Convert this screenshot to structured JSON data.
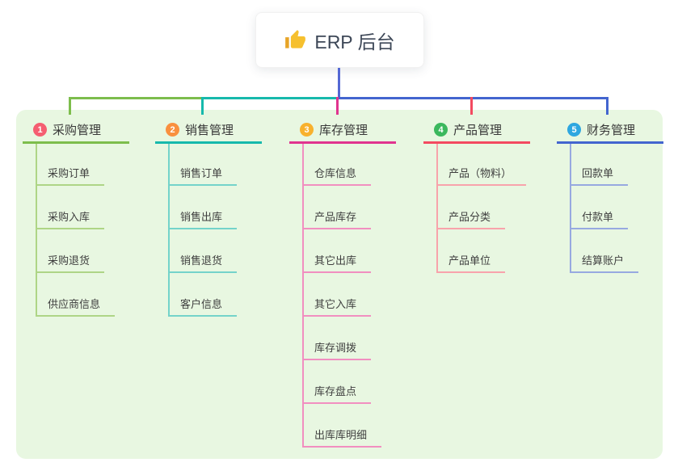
{
  "root": {
    "label": "ERP 后台",
    "icon": "thumbs-up"
  },
  "connector_colors": {
    "root_drop": "#5468d4"
  },
  "panel_color": "#e8f7e1",
  "branches": [
    {
      "num": "1",
      "title": "采购管理",
      "colors": {
        "badge": "#f55e71",
        "line": "#7dbd4c",
        "child_line": "#aed586"
      },
      "items": [
        "采购订单",
        "采购入库",
        "采购退货",
        "供应商信息"
      ]
    },
    {
      "num": "2",
      "title": "销售管理",
      "colors": {
        "badge": "#f9903f",
        "line": "#16b9ac",
        "child_line": "#74d3ca"
      },
      "items": [
        "销售订单",
        "销售出库",
        "销售退货",
        "客户信息"
      ]
    },
    {
      "num": "3",
      "title": "库存管理",
      "colors": {
        "badge": "#f8b12d",
        "line": "#e0348f",
        "child_line": "#f18fc0"
      },
      "items": [
        "仓库信息",
        "产品库存",
        "其它出库",
        "其它入库",
        "库存调拨",
        "库存盘点",
        "出库库明细"
      ]
    },
    {
      "num": "4",
      "title": "产品管理",
      "colors": {
        "badge": "#3bb85d",
        "line": "#f34a60",
        "child_line": "#f8a3ab"
      },
      "items": [
        "产品（物料）",
        "产品分类",
        "产品单位"
      ]
    },
    {
      "num": "5",
      "title": "财务管理",
      "colors": {
        "badge": "#2ea7e0",
        "line": "#4365cf",
        "child_line": "#97a9e0"
      },
      "items": [
        "回款单",
        "付款单",
        "结算账户"
      ]
    }
  ]
}
